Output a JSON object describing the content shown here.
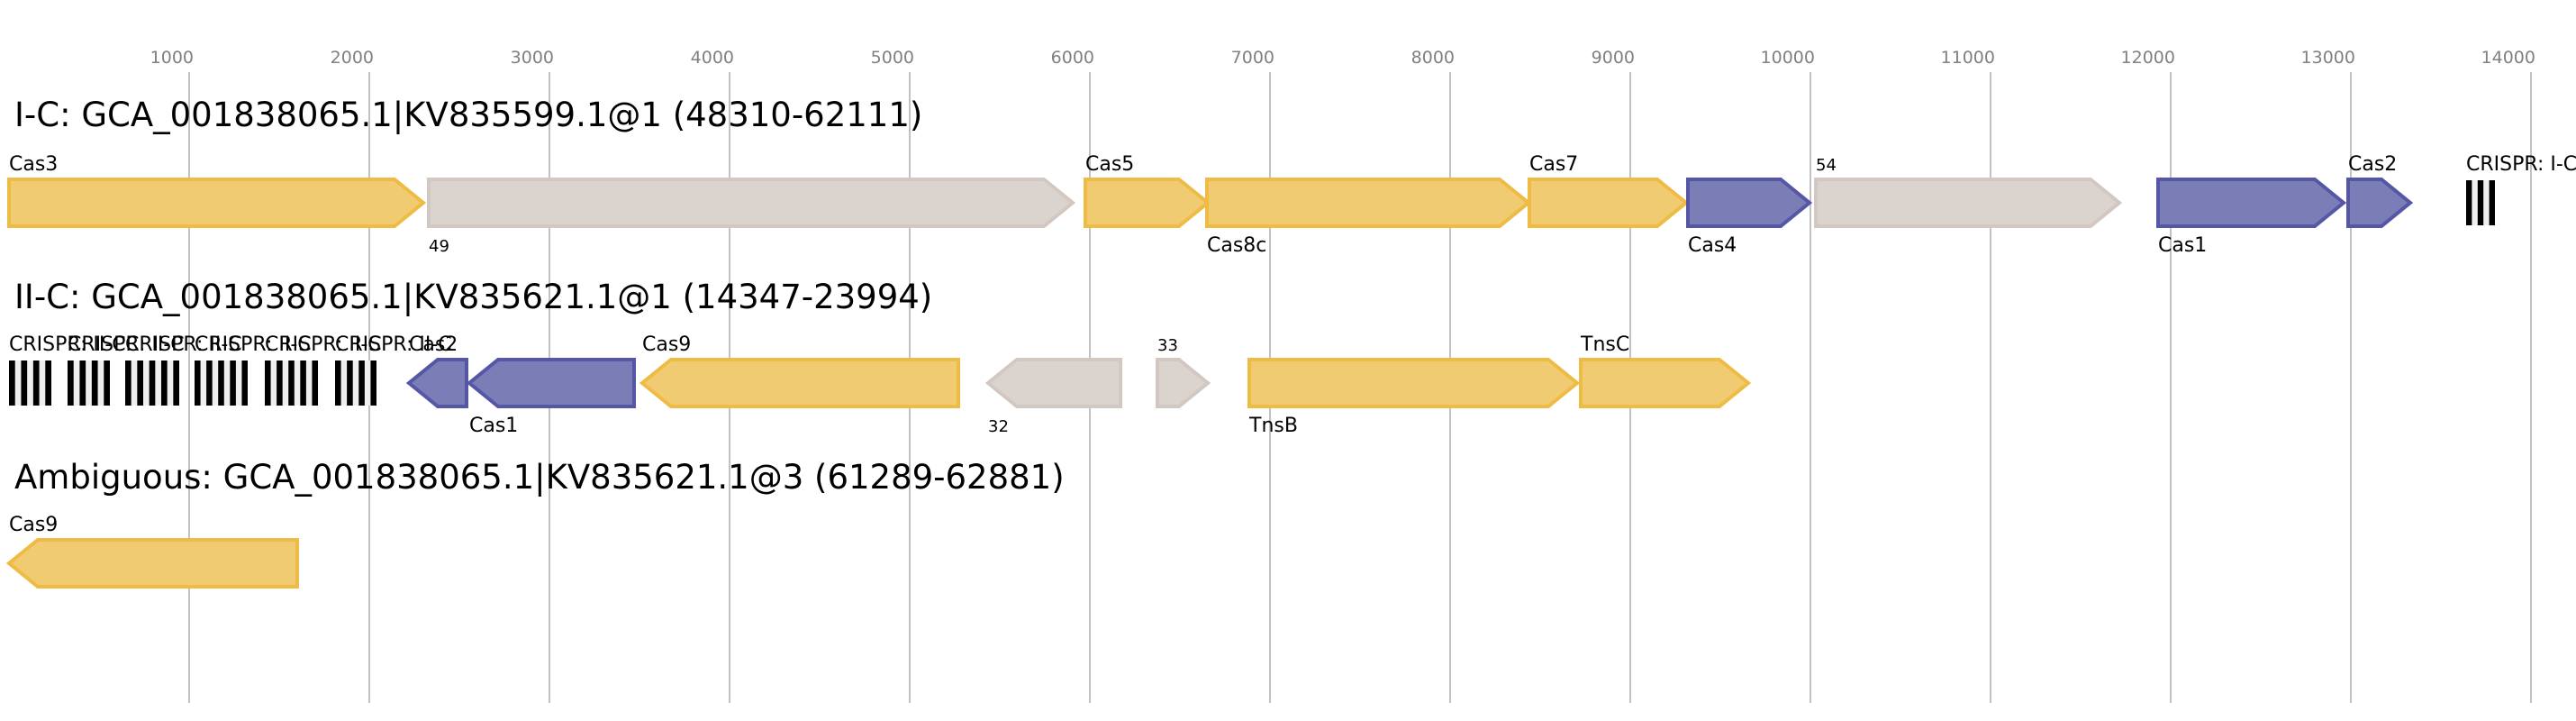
{
  "chart_data": {
    "type": "gene-map",
    "axis": {
      "unit": "bp",
      "range": [
        0,
        14100
      ],
      "ticks": [
        1000,
        2000,
        3000,
        4000,
        5000,
        6000,
        7000,
        8000,
        9000,
        10000,
        11000,
        12000,
        13000,
        14000
      ],
      "grid": true
    },
    "colors": {
      "cas_core": {
        "fill": "#f1cb72",
        "stroke": "#eebb45"
      },
      "adaptation": {
        "fill": "#7b7db7",
        "stroke": "#5557a6"
      },
      "other": {
        "fill": "#dbd3ce",
        "stroke": "#d2c8c1"
      },
      "crispr_repeat": "#000000",
      "crispr_spacer": "#efefef",
      "grid": "#c2c2c2",
      "tick_text": "#808080"
    },
    "rows": [
      {
        "title": "I-C: GCA_001838065.1|KV835599.1@1 (48310-62111)",
        "genes": [
          {
            "label": "Cas3",
            "start": 0,
            "end": 2300,
            "strand": "+",
            "kind": "cas_core",
            "label_pos": "above"
          },
          {
            "label": "49",
            "start": 2330,
            "end": 5905,
            "strand": "+",
            "kind": "other",
            "label_pos": "below",
            "small": true
          },
          {
            "label": "Cas5",
            "start": 5975,
            "end": 6655,
            "strand": "+",
            "kind": "cas_core",
            "label_pos": "above"
          },
          {
            "label": "Cas8c",
            "start": 6650,
            "end": 8435,
            "strand": "+",
            "kind": "cas_core",
            "label_pos": "below"
          },
          {
            "label": "Cas7",
            "start": 8440,
            "end": 9310,
            "strand": "+",
            "kind": "cas_core",
            "label_pos": "above"
          },
          {
            "label": "Cas4",
            "start": 9320,
            "end": 9995,
            "strand": "+",
            "kind": "adaptation",
            "label_pos": "below"
          },
          {
            "label": "54",
            "start": 10030,
            "end": 11715,
            "strand": "+",
            "kind": "other",
            "label_pos": "above",
            "small": true
          },
          {
            "label": "Cas1",
            "start": 11930,
            "end": 12960,
            "strand": "+",
            "kind": "adaptation",
            "label_pos": "below"
          },
          {
            "label": "Cas2",
            "start": 12985,
            "end": 13330,
            "strand": "+",
            "kind": "adaptation",
            "label_pos": "above"
          }
        ],
        "crisprs": [
          {
            "label": "CRISPR: I-C",
            "start": 13640,
            "end": 13800,
            "repeats": 3
          }
        ]
      },
      {
        "title": "II-C: GCA_001838065.1|KV835621.1@1 (14347-23994)",
        "genes": [
          {
            "label": "Cas2",
            "start": 2220,
            "end": 2540,
            "strand": "-",
            "kind": "adaptation",
            "label_pos": "above"
          },
          {
            "label": "Cas1",
            "start": 2555,
            "end": 3470,
            "strand": "-",
            "kind": "adaptation",
            "label_pos": "below"
          },
          {
            "label": "Cas9",
            "start": 3515,
            "end": 5270,
            "strand": "-",
            "kind": "cas_core",
            "label_pos": "above"
          },
          {
            "label": "32",
            "start": 5435,
            "end": 6170,
            "strand": "-",
            "kind": "other",
            "label_pos": "below",
            "small": true
          },
          {
            "label": "33",
            "start": 6375,
            "end": 6655,
            "strand": "+",
            "kind": "other",
            "label_pos": "above",
            "small": true
          },
          {
            "label": "TnsB",
            "start": 6885,
            "end": 8705,
            "strand": "+",
            "kind": "cas_core",
            "label_pos": "below"
          },
          {
            "label": "TnsC",
            "start": 8725,
            "end": 9655,
            "strand": "+",
            "kind": "cas_core",
            "label_pos": "above"
          }
        ],
        "crisprs": [
          {
            "label": "CRISPR: II-C",
            "start": 0,
            "end": 235,
            "repeats": 4
          },
          {
            "label": "CRISPR: II-C",
            "start": 325,
            "end": 560,
            "repeats": 4
          },
          {
            "label": "CRISPR: II-C",
            "start": 645,
            "end": 945,
            "repeats": 5
          },
          {
            "label": "CRISPR: II-C",
            "start": 1030,
            "end": 1325,
            "repeats": 5
          },
          {
            "label": "CRISPR: II-C",
            "start": 1420,
            "end": 1715,
            "repeats": 5
          },
          {
            "label": "CRISPR: II-C",
            "start": 1810,
            "end": 2040,
            "repeats": 4
          }
        ]
      },
      {
        "title": "Ambiguous: GCA_001838065.1|KV835621.1@3 (61289-62881)",
        "genes": [
          {
            "label": "Cas9",
            "start": 0,
            "end": 1600,
            "strand": "-",
            "kind": "cas_core",
            "label_pos": "above"
          }
        ],
        "crisprs": []
      }
    ]
  }
}
